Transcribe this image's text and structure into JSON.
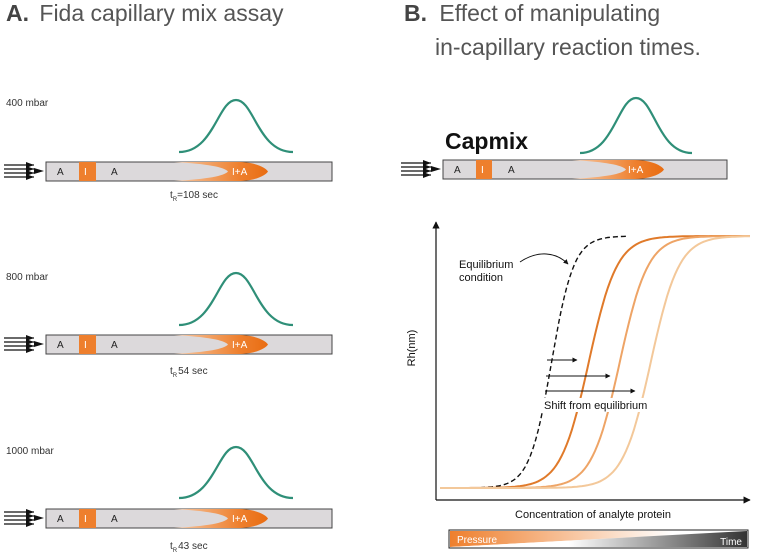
{
  "panel_a": {
    "heading_letter": "A.",
    "heading_text": "Fida capillary mix assay",
    "rows": [
      {
        "pressure": "400 mbar",
        "seg_a1": "A",
        "seg_i": "I",
        "seg_a2": "A",
        "seg_mix": "I+A",
        "time_sub": "R",
        "time_text": "=108 sec"
      },
      {
        "pressure": "800 mbar",
        "seg_a1": "A",
        "seg_i": "I",
        "seg_a2": "A",
        "seg_mix": "I+A",
        "time_sub": "R",
        "time_text": "54 sec"
      },
      {
        "pressure": "1000 mbar",
        "seg_a1": "A",
        "seg_i": "I",
        "seg_a2": "A",
        "seg_mix": "I+A",
        "time_sub": "R",
        "time_text": "43 sec"
      }
    ]
  },
  "panel_b": {
    "heading_letter": "B.",
    "heading_line1": "Effect of manipulating",
    "heading_line2": "in-capillary reaction times.",
    "capmix_title": "Capmix",
    "capillary": {
      "seg_a1": "A",
      "seg_i": "I",
      "seg_a2": "A",
      "seg_mix": "I+A"
    },
    "annotation_eq_1": "Equilibrium",
    "annotation_eq_2": "condition",
    "annotation_shift": "Shift from equilibrium",
    "bar_left": "Pressure",
    "bar_right": "Time"
  },
  "chart_data": {
    "type": "line",
    "xlabel": "Concentration of analyte protein",
    "ylabel": "Rh(nm)",
    "series": [
      {
        "style": "dashed",
        "color": "#111111",
        "midpoint": 0.36,
        "steepness": 28
      },
      {
        "color": "#e07a2a",
        "midpoint": 0.48,
        "steepness": 22
      },
      {
        "color": "#eea466",
        "midpoint": 0.58,
        "steepness": 22
      },
      {
        "color": "#f3c89a",
        "midpoint": 0.68,
        "steepness": 22
      }
    ]
  },
  "colors": {
    "orange": "#ee7f2d",
    "peak_green": "#2f8f78",
    "capillary_fill": "#dcd9db"
  }
}
